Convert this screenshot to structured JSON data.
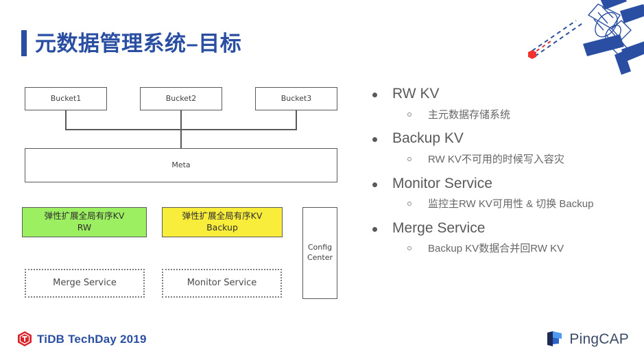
{
  "slide": {
    "title": "元数据管理系统–目标",
    "accent_color": "#2A4FA2"
  },
  "diagram": {
    "buckets": [
      {
        "label": "Bucket1"
      },
      {
        "label": "Bucket2"
      },
      {
        "label": "Bucket3"
      }
    ],
    "meta": {
      "label": "Meta"
    },
    "kv_rw": {
      "label": "弹性扩展全局有序KV\nRW",
      "line1": "弹性扩展全局有序KV",
      "line2": "RW",
      "color": "#9CEF60"
    },
    "kv_backup": {
      "label": "弹性扩展全局有序KV\nBackup",
      "line1": "弹性扩展全局有序KV",
      "line2": "Backup",
      "color": "#F9ED3C"
    },
    "config_center": {
      "line1": "Config",
      "line2": "Center"
    },
    "merge_service": {
      "label": "Merge Service"
    },
    "monitor_service": {
      "label": "Monitor Service"
    }
  },
  "bullets": [
    {
      "label": "RW KV",
      "sub": [
        "主元数据存储系统"
      ]
    },
    {
      "label": "Backup KV",
      "sub": [
        "RW KV不可用的时候写入容灾"
      ]
    },
    {
      "label": "Monitor Service",
      "sub": [
        "监控主RW KV可用性 & 切换 Backup"
      ]
    },
    {
      "label": "Merge Service",
      "sub": [
        "Backup KV数据合并回RW KV"
      ]
    }
  ],
  "footer": {
    "left_text": "TiDB TechDay 2019",
    "right_text": "PingCAP",
    "tidb_mark_color": "#D8232A",
    "pingcap_mark_color": "#1E59C8"
  }
}
